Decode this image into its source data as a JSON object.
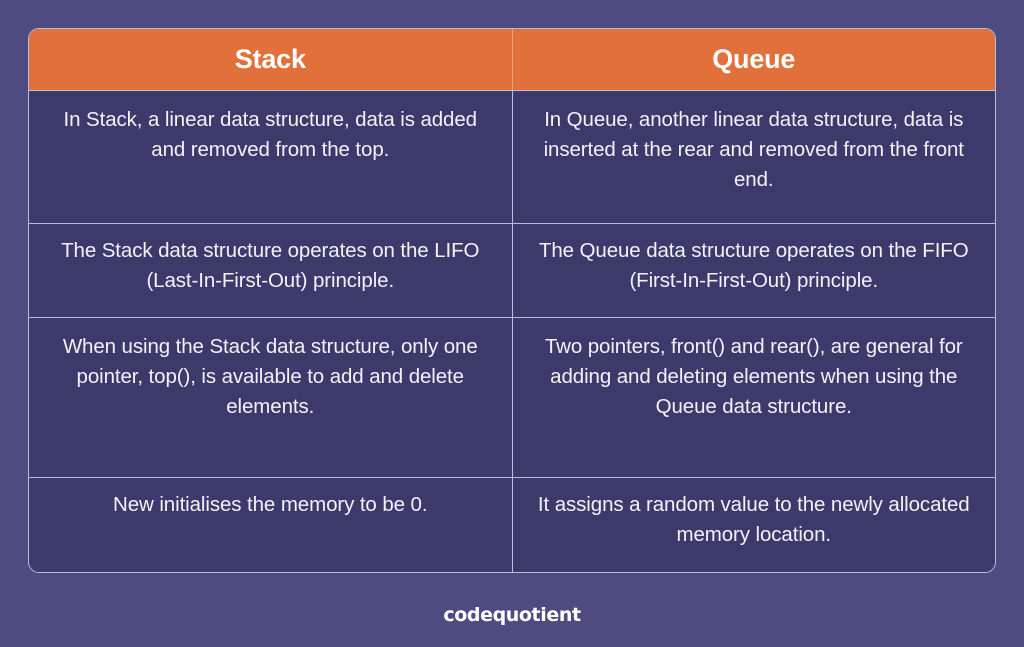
{
  "background_color": "#4e4b80",
  "table": {
    "cell_background": "#3c3a6b",
    "border_color": "#bdbada",
    "header_background": "#e2703a",
    "header_text_color": "#ffffff",
    "body_text_color": "#f2f1f8",
    "columns": [
      {
        "key": "stack",
        "label": "Stack"
      },
      {
        "key": "queue",
        "label": "Queue"
      }
    ],
    "rows": [
      {
        "stack": "In Stack, a linear data structure, data is added and removed from the top.",
        "queue": "In Queue, another linear data structure, data is inserted at the rear and removed from the front end."
      },
      {
        "stack": "The Stack data structure operates on the LIFO (Last-In-First-Out) principle.",
        "queue": "The Queue data structure operates on the FIFO (First-In-First-Out) principle."
      },
      {
        "stack": "When using the Stack data structure, only one pointer, top(), is available to add and delete elements.",
        "queue": "Two pointers, front() and rear(), are general for adding and deleting elements when using the Queue data structure."
      },
      {
        "stack": "New initialises the memory to be 0.",
        "queue": "It assigns a random value to the newly allocated memory location."
      }
    ]
  },
  "brand": {
    "part_one": "code",
    "part_two": "quotient",
    "full": "codequotient",
    "color": "#ffffff"
  }
}
